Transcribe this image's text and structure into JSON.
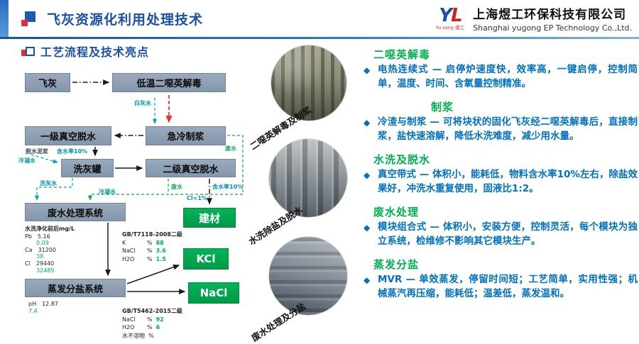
{
  "header": {
    "title": "飞灰资源化利用处理技术",
    "company_cn": "上海煜工环保科技有限公司",
    "company_en": "Shanghai yugong EP Technology Co.,Ltd.",
    "logo_mark": "YL",
    "logo_sub": "Yu Long 煜工"
  },
  "section_title": "工艺流程及技术亮点",
  "flowchart": {
    "nodes": {
      "fly_ash": "飞灰",
      "detox": "低温二噁英解毒",
      "quench_slurry": "急冷制浆",
      "vacuum1": "一级真空脱水",
      "wash_tank": "洗灰罐",
      "vacuum2": "二级真空脱水",
      "wastewater_system": "废水处理系统",
      "evaporation_system": "蒸发分盐系统",
      "building_material": "建材",
      "kcl": "KCl",
      "nacl": "NaCl"
    },
    "streams": {
      "white_ash_water": "白灰水",
      "dewatered_slurry": "脱水泥浆",
      "moisture10_top": "含水率10%",
      "condensate_top": "冷凝水",
      "condensate_mid": "冷凝水",
      "wash_water": "洗灰水",
      "wastewater_right": "废水",
      "wastewater_mid": "废水",
      "moisture10_right": "含水率10%",
      "cl_limit": "Cl<1%"
    },
    "wash_table": {
      "title": "水洗净化前后mg/L",
      "rows": [
        {
          "name": "Pb",
          "before": "5.16",
          "after": "0.09"
        },
        {
          "name": "Ca",
          "before": "31200",
          "after": "38"
        },
        {
          "name": "Cl",
          "before": "29440",
          "after": "32485"
        }
      ],
      "ph_name": "pH",
      "ph_before": "12.87",
      "ph_after": "7.4"
    },
    "kcl_table": {
      "title": "GB/T7118-2008二级",
      "rows": [
        {
          "name": "K",
          "unit": "%",
          "value": "88"
        },
        {
          "name": "NaCl",
          "unit": "%",
          "value": "3.6"
        },
        {
          "name": "H2O",
          "unit": "%",
          "value": "1.5"
        }
      ]
    },
    "nacl_table": {
      "title": "GB/T5462-2015二级",
      "rows": [
        {
          "name": "NaCl",
          "unit": "%",
          "value": "92"
        },
        {
          "name": "H2O",
          "unit": "%",
          "value": "6"
        },
        {
          "name": "水不溶物",
          "unit": "%",
          "value": ""
        }
      ]
    }
  },
  "photos": [
    {
      "caption": "二噁英解毒及制浆"
    },
    {
      "caption": "水洗除盐及脱水"
    },
    {
      "caption": "废水处理及分盐"
    }
  ],
  "highlights": {
    "bullet_char": "◆",
    "items": [
      {
        "heading": "二噁英解毒",
        "text": "电热连续式 — 启停炉速度快，效率高，一键启停，控制简单，温度、时间、含氧量控制精准。"
      },
      {
        "heading": "制浆",
        "text": "冷渣与制浆 — 可将块状的固化飞灰经二噁英解毒后，直接制浆，盐快速溶解，降低水洗难度，减少用水量。"
      },
      {
        "heading": "水洗及脱水",
        "text": "真空带式 — 体积小，能耗低，物料含水率10%左右，除盐效果好，冲洗水重复使用，固液比1:2。"
      },
      {
        "heading": "废水处理",
        "text": "模块组合式 — 体积小，安装方便，控制灵活，每个模块为独立系统，检维修不影响其它模块生产。"
      },
      {
        "heading": "蒸发分盐",
        "text": "MVR — 单效蒸发，停留时间短；工艺简单，实用性强；机械蒸汽再压缩，能耗低；温差低，蒸发温和。"
      }
    ]
  }
}
